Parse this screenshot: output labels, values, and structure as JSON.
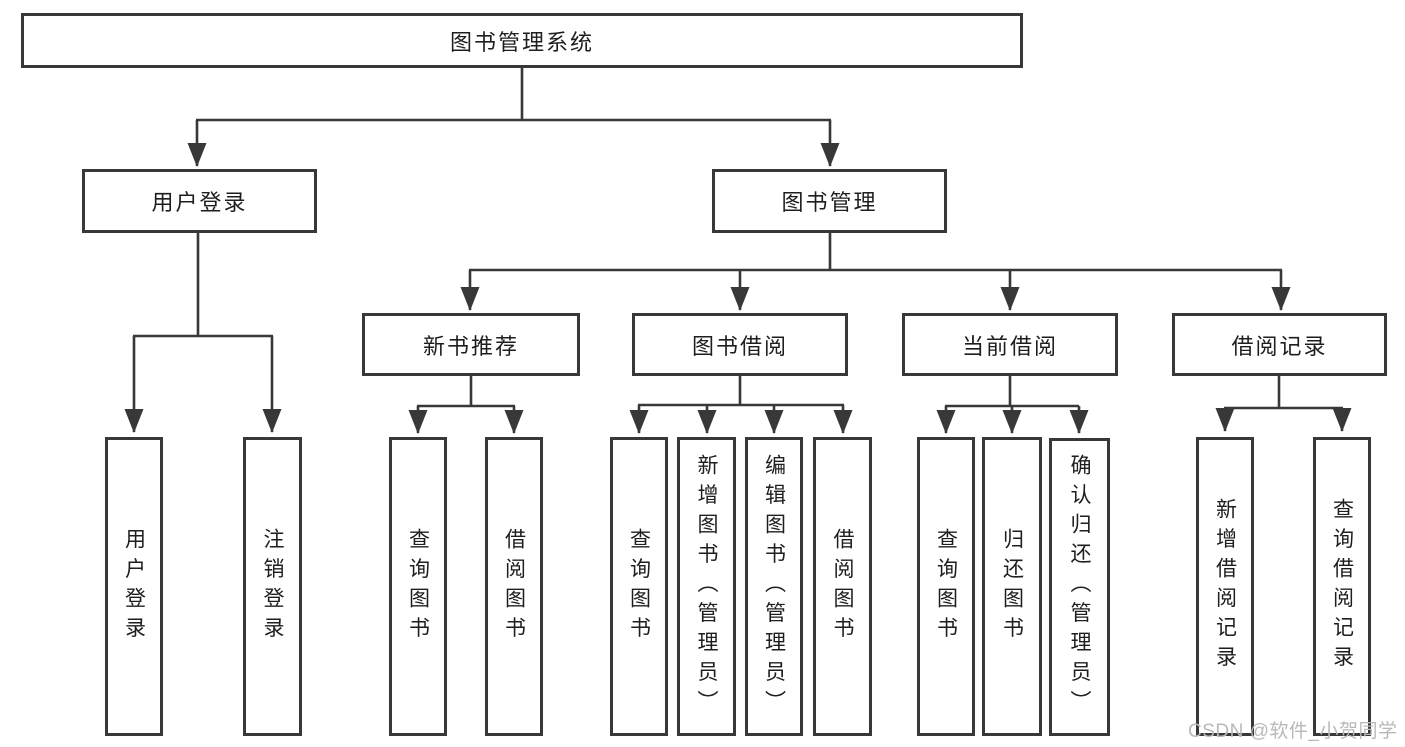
{
  "colors": {
    "line": "#383838",
    "box_border": "#383838",
    "text": "#1e1e1e",
    "background": "#ffffff",
    "watermark": "#b9b9b9"
  },
  "tree": {
    "root": {
      "label": "图书管理系统"
    },
    "user_login": {
      "label": "用户登录",
      "children": [
        {
          "label": "用户登录"
        },
        {
          "label": "注销登录"
        }
      ]
    },
    "book_management": {
      "label": "图书管理",
      "modules": [
        {
          "label": "新书推荐",
          "children": [
            {
              "label": "查询图书"
            },
            {
              "label": "借阅图书"
            }
          ]
        },
        {
          "label": "图书借阅",
          "children": [
            {
              "label": "查询图书"
            },
            {
              "label": "新增图书（管理员）"
            },
            {
              "label": "编辑图书（管理员）"
            },
            {
              "label": "借阅图书"
            }
          ]
        },
        {
          "label": "当前借阅",
          "children": [
            {
              "label": "查询图书"
            },
            {
              "label": "归还图书"
            },
            {
              "label": "确认归还（管理员）"
            }
          ]
        },
        {
          "label": "借阅记录",
          "children": [
            {
              "label": "新增借阅记录"
            },
            {
              "label": "查询借阅记录"
            }
          ]
        }
      ]
    }
  },
  "watermark": {
    "text": "CSDN @软件_小贺同学"
  }
}
